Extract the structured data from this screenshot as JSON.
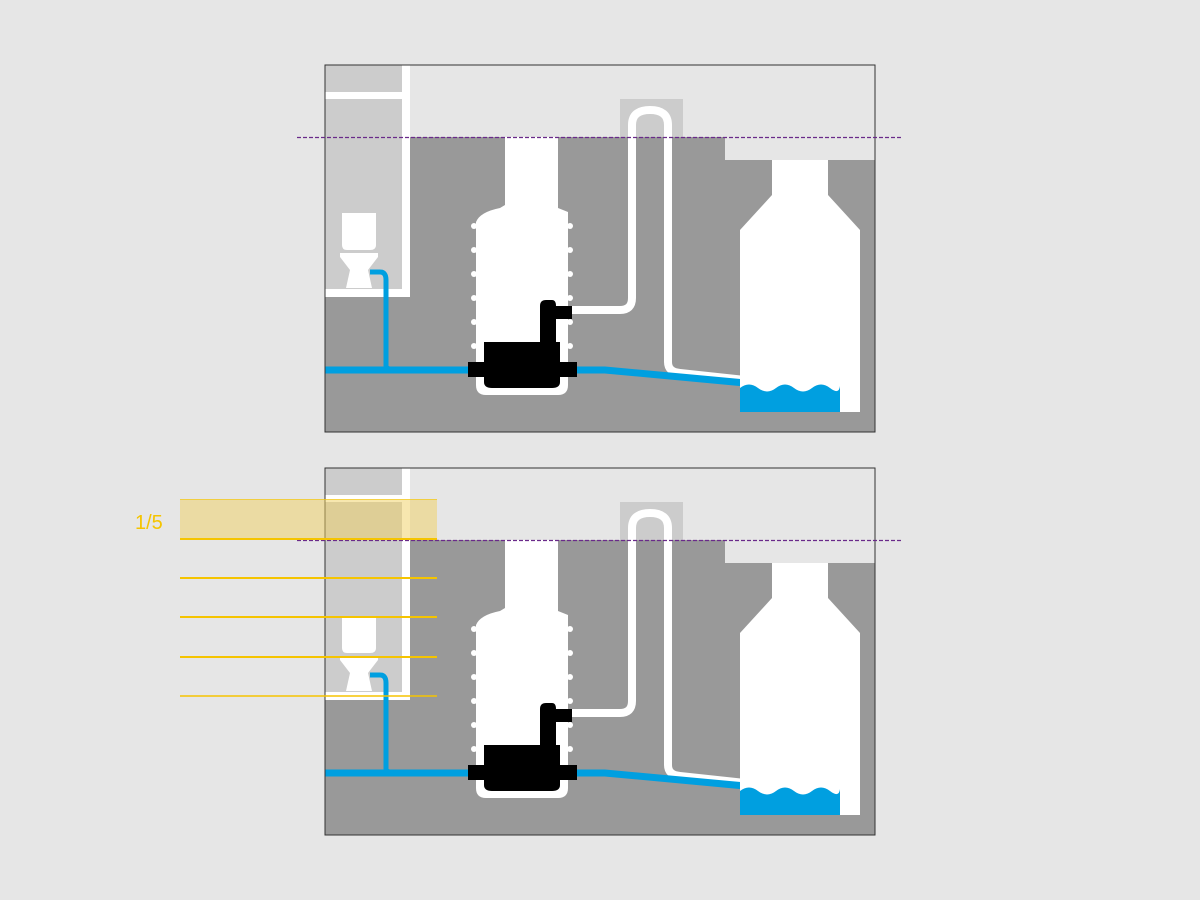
{
  "diagram": {
    "panels": [
      "sewage-pump-installation",
      "sewage-pump-installation-with-fraction-markers"
    ],
    "fraction_label": "1/5",
    "fraction_marker_count": 5,
    "colors": {
      "background": "#e6e6e6",
      "ground": "#999999",
      "room": "#cccccc",
      "water": "#009fe0",
      "pump": "#000000",
      "ground_level_line": "#6a2a8a",
      "marker": "#f5c400",
      "marker_band": "#f0d890"
    }
  }
}
